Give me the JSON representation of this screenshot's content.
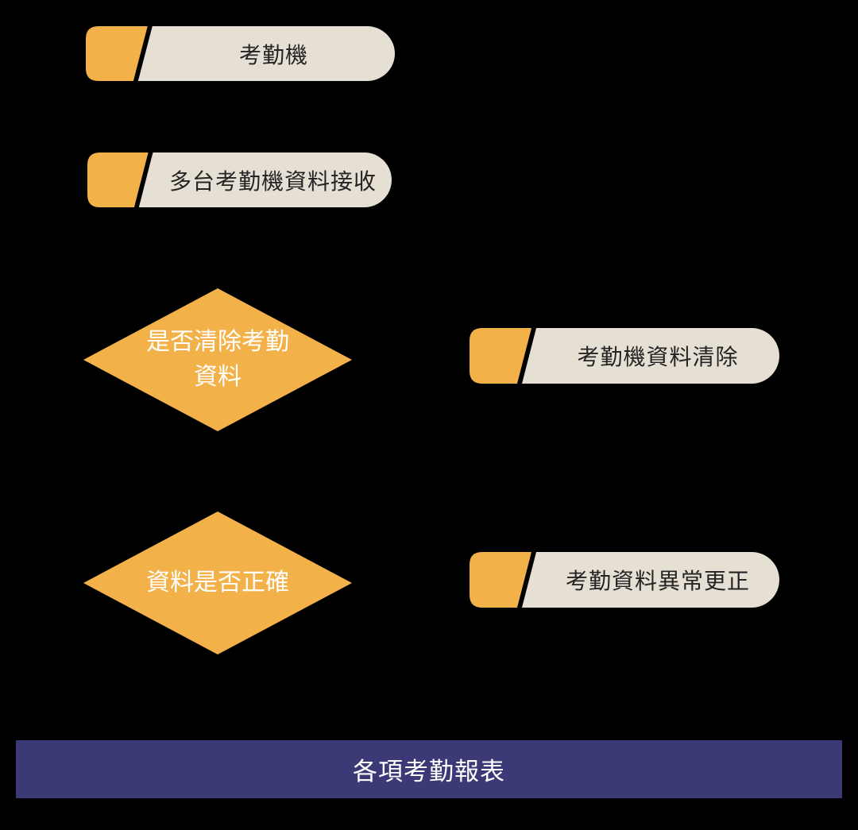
{
  "colors": {
    "background": "#000000",
    "node_orange": "#F3B14A",
    "node_beige": "#E6DFD3",
    "bar_purple": "#3C3977",
    "pill_text": "#242424",
    "light_text": "#FFFFFF"
  },
  "flowchart": {
    "pill_start": {
      "label": "考勤機"
    },
    "pill_receive": {
      "label": "多台考勤機資料接收"
    },
    "diamond_clear": {
      "label": "是否清除考勤\n資料"
    },
    "pill_clear": {
      "label": "考勤機資料清除"
    },
    "diamond_correct": {
      "label": "資料是否正確"
    },
    "pill_correction": {
      "label": "考勤資料異常更正"
    },
    "bar_reports": {
      "label": "各項考勤報表"
    }
  }
}
